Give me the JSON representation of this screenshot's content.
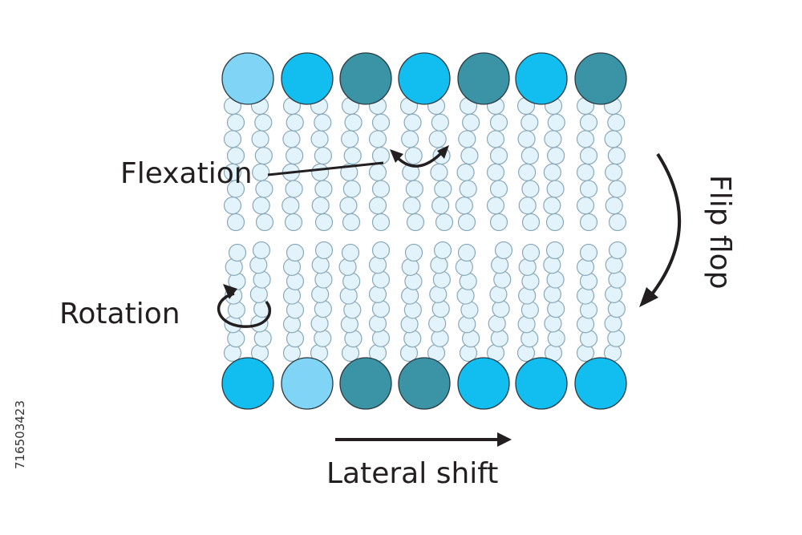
{
  "labels": {
    "flexation": "Flexation",
    "rotation": "Rotation",
    "flip_flop": "Flip flop",
    "lateral_shift": "Lateral shift"
  },
  "stock_id": "716503423",
  "colors": {
    "head_light": "#80d4f5",
    "head_bright": "#12bdf0",
    "head_dark": "#3a94a6",
    "tail_fill": "#e2f3fb",
    "tail_stroke": "#8aa9b8",
    "head_stroke": "#2b3a40",
    "arrow": "#231f20"
  },
  "membrane": {
    "top_heads": [
      "light",
      "bright",
      "dark",
      "bright",
      "dark",
      "bright",
      "dark"
    ],
    "bottom_heads": [
      "bright",
      "light",
      "dark",
      "dark",
      "bright",
      "bright",
      "bright"
    ]
  }
}
